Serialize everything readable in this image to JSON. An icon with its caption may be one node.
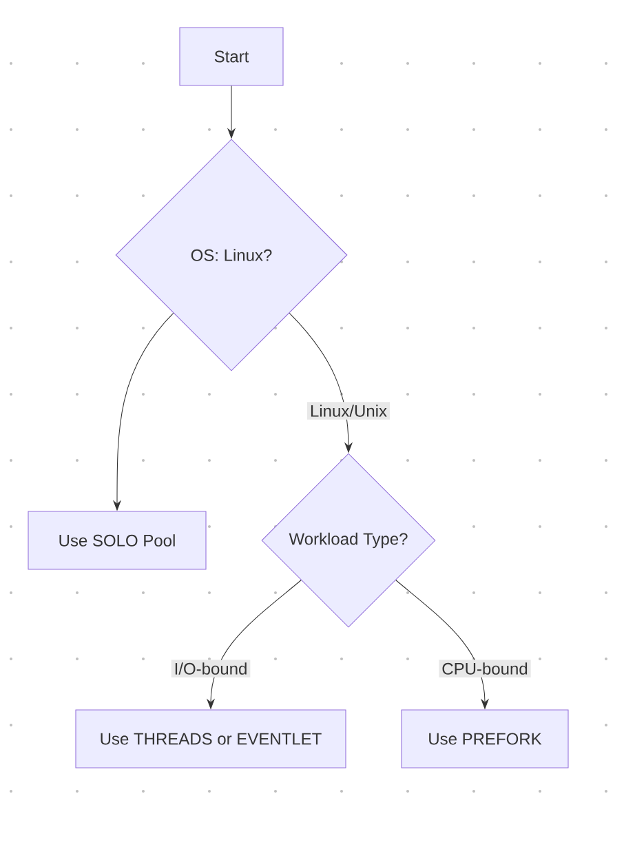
{
  "diagram": {
    "nodes": [
      {
        "text": [
          "Start"
        ]
      },
      {
        "text": [
          "OS: Linux?"
        ]
      },
      {
        "text": [
          "Use SOLO Pool"
        ]
      },
      {
        "text": [
          "Workload Type?"
        ]
      },
      {
        "text": [
          "Use THREADS or EVENTLET"
        ]
      },
      {
        "text": [
          "Use PREFORK"
        ]
      }
    ],
    "edges": [
      {
        "from": 0,
        "to": 1,
        "arrow": "to"
      },
      {
        "from": 1,
        "to": 2,
        "arrow": "to"
      },
      {
        "from": 1,
        "to": 3,
        "arrow": "to",
        "label": "Linux/Unix"
      },
      {
        "from": 3,
        "to": 4,
        "arrow": "to",
        "label": "I/O-bound"
      },
      {
        "from": 3,
        "to": 5,
        "arrow": "to",
        "label": "CPU-bound"
      }
    ]
  }
}
